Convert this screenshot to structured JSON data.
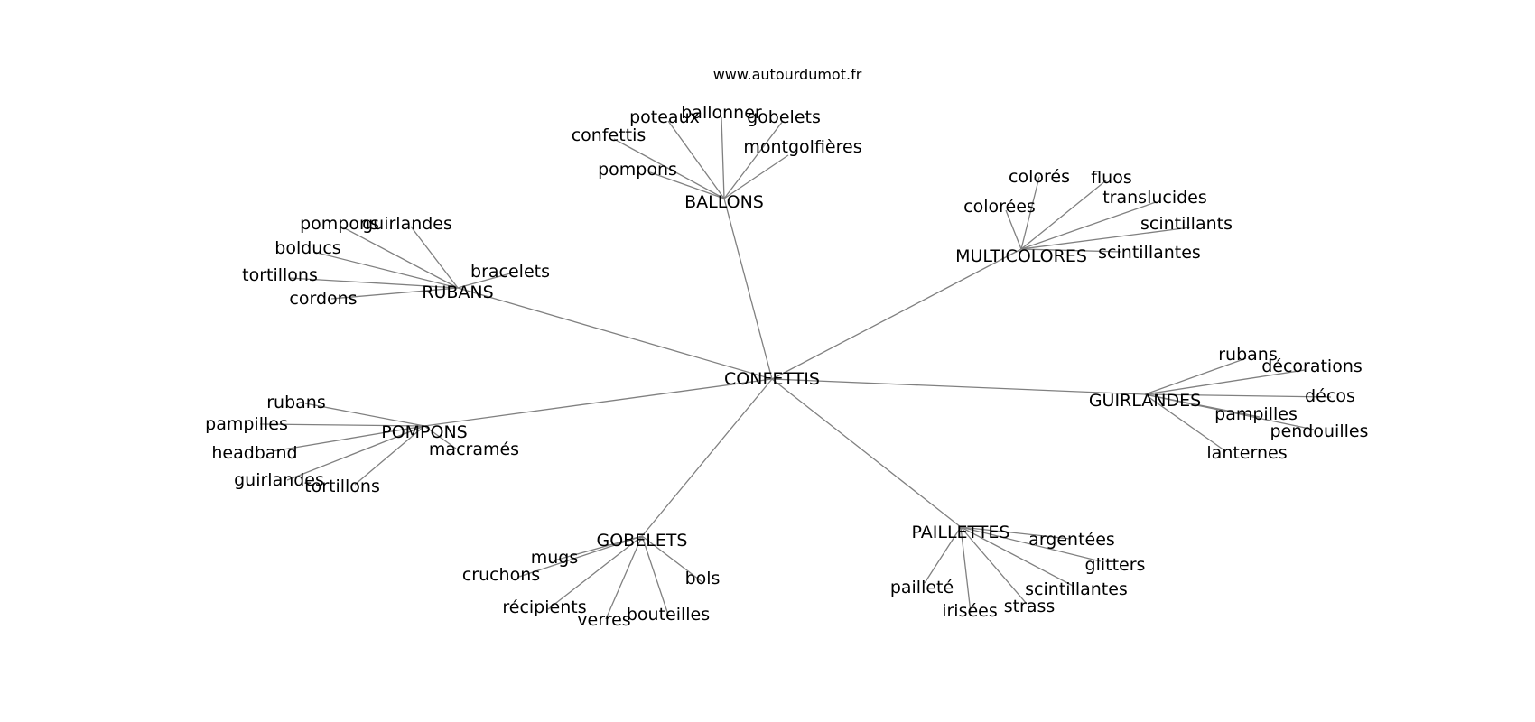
{
  "header": {
    "credit": "www.autourdumot.fr"
  },
  "graph": {
    "center": "CONFETTIS",
    "hubs": [
      {
        "label": "BALLONS",
        "leaves": [
          "ballonner",
          "poteaux",
          "gobelets",
          "confettis",
          "montgolfières",
          "pompons"
        ]
      },
      {
        "label": "MULTICOLORES",
        "leaves": [
          "colorés",
          "fluos",
          "colorées",
          "translucides",
          "scintillants",
          "scintillantes"
        ]
      },
      {
        "label": "RUBANS",
        "leaves": [
          "pompons",
          "guirlandes",
          "bolducs",
          "bracelets",
          "tortillons",
          "cordons"
        ]
      },
      {
        "label": "GUIRLANDES",
        "leaves": [
          "rubans",
          "décorations",
          "décos",
          "pampilles",
          "pendouilles",
          "lanternes"
        ]
      },
      {
        "label": "POMPONS",
        "leaves": [
          "rubans",
          "pampilles",
          "headband",
          "macramés",
          "guirlandes",
          "tortillons"
        ]
      },
      {
        "label": "GOBELETS",
        "leaves": [
          "mugs",
          "cruchons",
          "bols",
          "récipients",
          "verres",
          "bouteilles"
        ]
      },
      {
        "label": "PAILLETTES",
        "leaves": [
          "argentées",
          "glitters",
          "pailleté",
          "scintillantes",
          "strass",
          "irisées"
        ]
      }
    ]
  }
}
